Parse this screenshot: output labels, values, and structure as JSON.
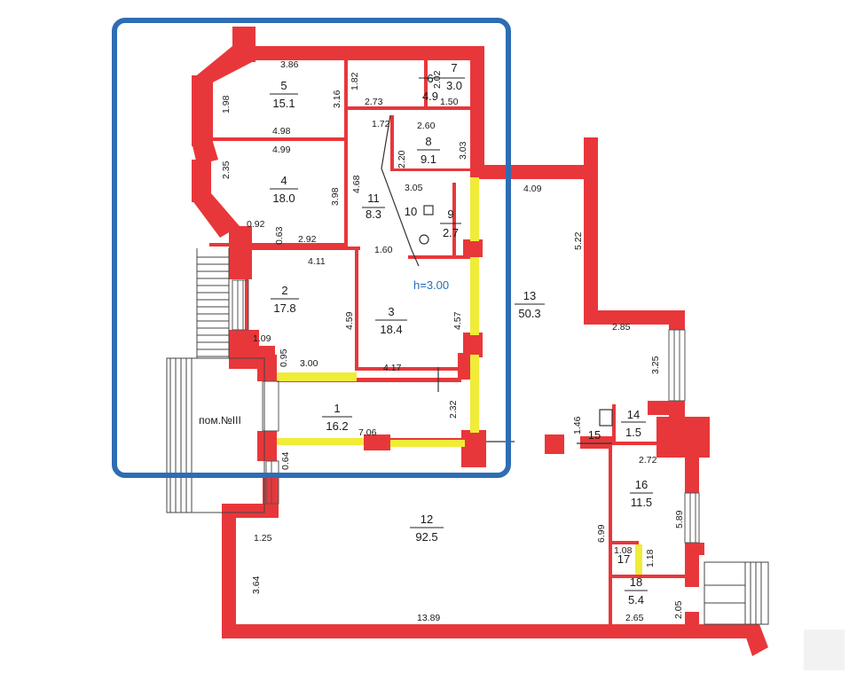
{
  "plan": {
    "height_note": "h=3.00",
    "colors": {
      "wall": "#e8373a",
      "window": "#f0ec38",
      "highlight_frame": "#2e6db4",
      "height_note": "#2e6db4"
    },
    "rooms": {
      "r1": {
        "num": "1",
        "area": "16.2"
      },
      "r2": {
        "num": "2",
        "area": "17.8"
      },
      "r3": {
        "num": "3",
        "area": "18.4"
      },
      "r4": {
        "num": "4",
        "area": "18.0"
      },
      "r5": {
        "num": "5",
        "area": "15.1"
      },
      "r6": {
        "num": "6",
        "area": "4.9"
      },
      "r7": {
        "num": "7",
        "area": "3.0"
      },
      "r8": {
        "num": "8",
        "area": "9.1"
      },
      "r9": {
        "num": "9",
        "area": "2.7"
      },
      "r10": {
        "num": "10"
      },
      "r11": {
        "num": "11",
        "area": "8.3"
      },
      "r12": {
        "num": "12",
        "area": "92.5"
      },
      "r13": {
        "num": "13",
        "area": "50.3"
      },
      "r14": {
        "num": "14",
        "area": "1.5"
      },
      "r15": {
        "num": "15"
      },
      "r16": {
        "num": "16",
        "area": "11.5"
      },
      "r17": {
        "num": "17"
      },
      "r18": {
        "num": "18",
        "area": "5.4"
      },
      "pom": {
        "label": "пом.№III"
      }
    },
    "dims": {
      "d386": "3.86",
      "d198": "1.98",
      "d316": "3.16",
      "d498": "4.98",
      "d499": "4.99",
      "d235": "2.35",
      "d398": "3.98",
      "d092": "0.92",
      "d063": "0.63",
      "d292": "2.92",
      "d182": "1.82",
      "d273": "2.73",
      "d202": "2.02",
      "d150": "1.50",
      "d172": "1.72",
      "d260": "2.60",
      "d220": "2.20",
      "d303": "3.03",
      "d468": "4.68",
      "d305": "3.05",
      "d160": "1.60",
      "d411": "4.11",
      "d459": "4.59",
      "d457": "4.57",
      "d109": "1.09",
      "d095": "0.95",
      "d300": "3.00",
      "d417": "4.17",
      "d232": "2.32",
      "d706": "7.06",
      "d064": "0.64",
      "d409": "4.09",
      "d522": "5.22",
      "d285": "2.85",
      "d325": "3.25",
      "d146": "1.46",
      "d272": "2.72",
      "d589": "5.89",
      "d699": "6.99",
      "d108": "1.08",
      "d118": "1.18",
      "d205": "2.05",
      "d265": "2.65",
      "d125": "1.25",
      "d364": "3.64",
      "d1389": "13.89"
    }
  }
}
